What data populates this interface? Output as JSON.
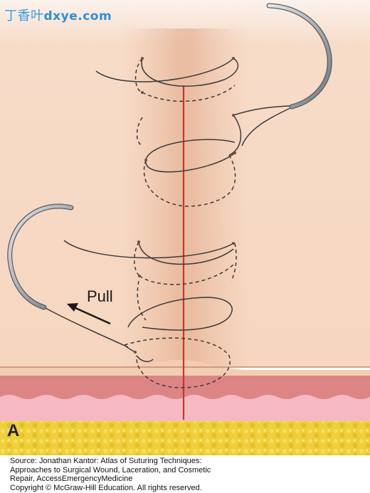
{
  "watermark": {
    "cn": "丁香叶",
    "latin": "dxye.com"
  },
  "labels": {
    "pull": "Pull",
    "panel": "A"
  },
  "source": {
    "line1": "Source: Jonathan Kantor: Atlas of Suturing Techniques:",
    "line2": "Approaches to Surgical Wound, Laceration, and Cosmetic",
    "line3": "Repair, AccessEmergencyMedicine",
    "line4": "Copyright © McGraw-Hill Education. All rights reserved."
  },
  "colors": {
    "skin": "#f7d9c2",
    "incision": "#c9352c",
    "dermis": "#dd8585",
    "dermis_light": "#f6b9c4",
    "fat": "#efcf3a",
    "suture": "#3a3a3a",
    "needle": "#9aa0a6"
  }
}
